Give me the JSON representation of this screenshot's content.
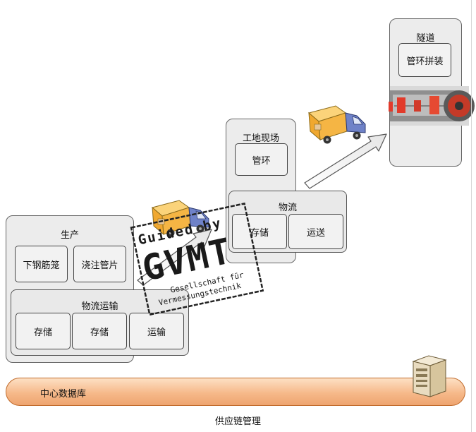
{
  "production": {
    "title": "生产",
    "items": [
      "下钢筋笼",
      "浇注管片"
    ],
    "logistics": {
      "title": "物流运输",
      "items": [
        "存储",
        "存储",
        "运输"
      ]
    }
  },
  "site": {
    "title": "工地现场",
    "item": "管环",
    "logistics": {
      "title": "物流",
      "items": [
        "存储",
        "运送"
      ]
    }
  },
  "tunnel": {
    "title": "隧道",
    "item": "管环拼装"
  },
  "database": {
    "label": "中心数据库"
  },
  "footer": {
    "label": "供应链管理"
  },
  "stamp": {
    "line1": "Guided by",
    "line2": "GVMT",
    "line3": "Gesellschaft für",
    "line4": "Vermessungstechnik"
  },
  "colors": {
    "bar_border": "#c06a2a",
    "truck_cargo": "#f5b544",
    "truck_cab": "#5a6fb8"
  }
}
